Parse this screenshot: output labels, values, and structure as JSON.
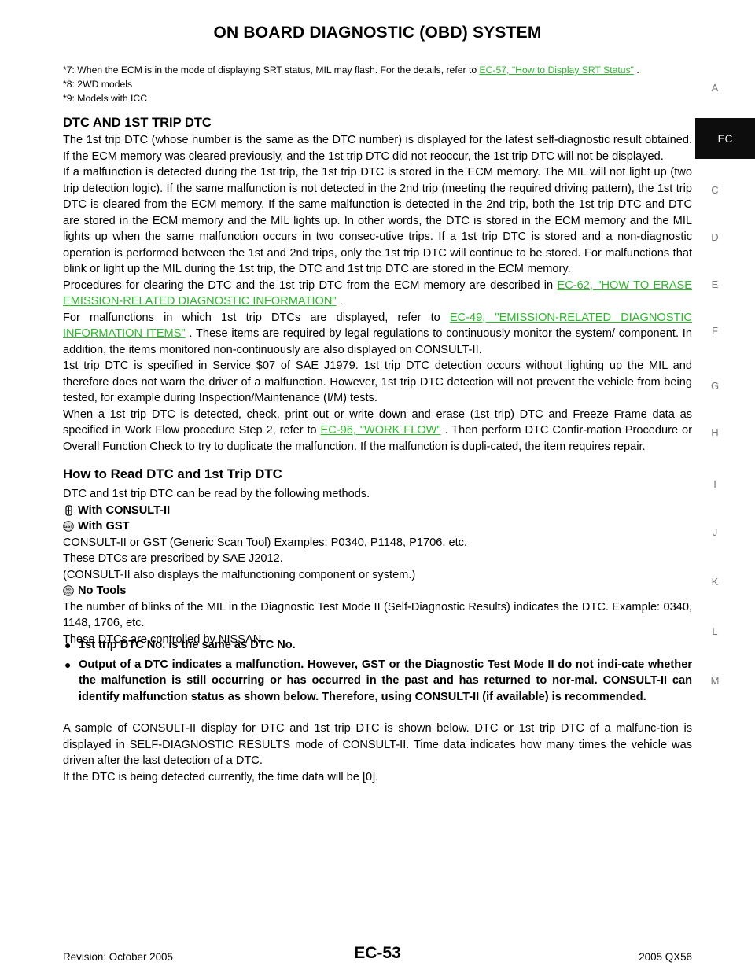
{
  "header": {
    "title": "ON BOARD DIAGNOSTIC (OBD) SYSTEM"
  },
  "footnotes": {
    "n7_text": "*7: When the ECM is in the mode of displaying SRT status, MIL may flash. For the details, refer to ",
    "n7_link": "EC-57, \"How to Display SRT Status\"",
    "n7_tail": " .",
    "n8": "*8: 2WD models",
    "n9": "*9: Models with ICC"
  },
  "section1": {
    "heading": "DTC AND 1ST TRIP DTC",
    "p1": "The 1st trip DTC (whose number is the same as the DTC number) is displayed for the latest self-diagnostic result obtained. If the ECM memory was cleared previously, and the 1st trip DTC did not reoccur, the 1st trip DTC will not be displayed.",
    "p2": "If a malfunction is detected during the 1st trip, the 1st trip DTC is stored in the ECM memory. The MIL will not light up (two trip detection logic). If the same malfunction is not detected in the 2nd trip (meeting the required driving pattern), the 1st trip DTC is cleared from the ECM memory. If the same malfunction is detected in the 2nd trip, both the 1st trip DTC and DTC are stored in the ECM memory and the MIL lights up. In other words, the DTC is stored in the ECM memory and the MIL lights up when the same malfunction occurs in two consec-utive trips. If a 1st trip DTC is stored and a non-diagnostic operation is performed between the 1st and 2nd trips, only the 1st trip DTC will continue to be stored. For malfunctions that blink or light up the MIL during the 1st trip, the DTC and 1st trip DTC are stored in the ECM memory.",
    "p3_text": "Procedures for clearing the DTC and the 1st trip DTC from the ECM memory are described in ",
    "p3_link": "EC-62, \"HOW TO ERASE EMISSION-RELATED DIAGNOSTIC INFORMATION\"",
    "p3_tail": " .",
    "p4_text": "For malfunctions in which 1st trip DTCs are displayed, refer to ",
    "p4_link": "EC-49, \"EMISSION-RELATED DIAGNOSTIC INFORMATION ITEMS\"",
    "p4_tail": " . These items are required by legal regulations to continuously monitor the system/ component. In addition, the items monitored non-continuously are also displayed on CONSULT-II.",
    "p5": "1st trip DTC is specified in Service $07 of SAE J1979. 1st trip DTC detection occurs without lighting up the MIL and therefore does not warn the driver of a malfunction. However, 1st trip DTC detection will not prevent the vehicle from being tested, for example during Inspection/Maintenance (I/M) tests.",
    "p6_text": "When a 1st trip DTC is detected, check, print out or write down and erase (1st trip) DTC and Freeze Frame data as specified in Work Flow procedure Step 2, refer to ",
    "p6_link": "EC-96, \"WORK FLOW\"",
    "p6_tail": " . Then perform DTC Confir-mation Procedure or Overall Function Check to try to duplicate the malfunction. If the malfunction is dupli-cated, the item requires repair."
  },
  "section2": {
    "heading": "How to Read DTC and 1st Trip DTC",
    "intro": "DTC and 1st trip DTC can be read by the following methods.",
    "m1": "With CONSULT-II",
    "m2": "With GST",
    "m2_l1": "CONSULT-II or GST (Generic Scan Tool) Examples: P0340, P1148, P1706, etc.",
    "m2_l2": "These DTCs are prescribed by SAE J2012.",
    "m2_l3": "(CONSULT-II also displays the malfunctioning component or system.)",
    "m3": "No Tools",
    "m3_l1": "The number of blinks of the MIL in the Diagnostic Test Mode II (Self-Diagnostic Results) indicates the DTC. Example: 0340, 1148, 1706, etc.",
    "m3_l2": "These DTCs are controlled by NISSAN.",
    "b1": "1st trip DTC No. is the same as DTC No.",
    "b2": "Output of a DTC indicates a malfunction. However, GST or the Diagnostic Test Mode II do not indi-cate whether the malfunction is still occurring or has occurred in the past and has returned to nor-mal. CONSULT-II can identify malfunction status as shown below. Therefore, using CONSULT-II (if available) is recommended.",
    "p_sample": "A sample of CONSULT-II display for DTC and 1st trip DTC is shown below. DTC or 1st trip DTC of a malfunc-tion is displayed in SELF-DIAGNOSTIC RESULTS mode of CONSULT-II. Time data indicates how many times the vehicle was driven after the last detection of a DTC.",
    "p_last": "If the DTC is being detected currently, the time data will be [0]."
  },
  "side_tabs": {
    "items": [
      "A",
      "EC",
      "C",
      "D",
      "E",
      "F",
      "G",
      "H",
      "I",
      "J",
      "K",
      "L",
      "M"
    ],
    "active": "EC"
  },
  "icons": {
    "m1": "consult-tool-icon",
    "m2": "gst-icon",
    "m3": "no-tools-icon"
  },
  "colors": {
    "link": "#2fb52f",
    "active_tab_bg": "#0d0d0d"
  },
  "footer": {
    "revision": "Revision: October 2005",
    "page": "EC-53",
    "model": "2005 QX56"
  }
}
